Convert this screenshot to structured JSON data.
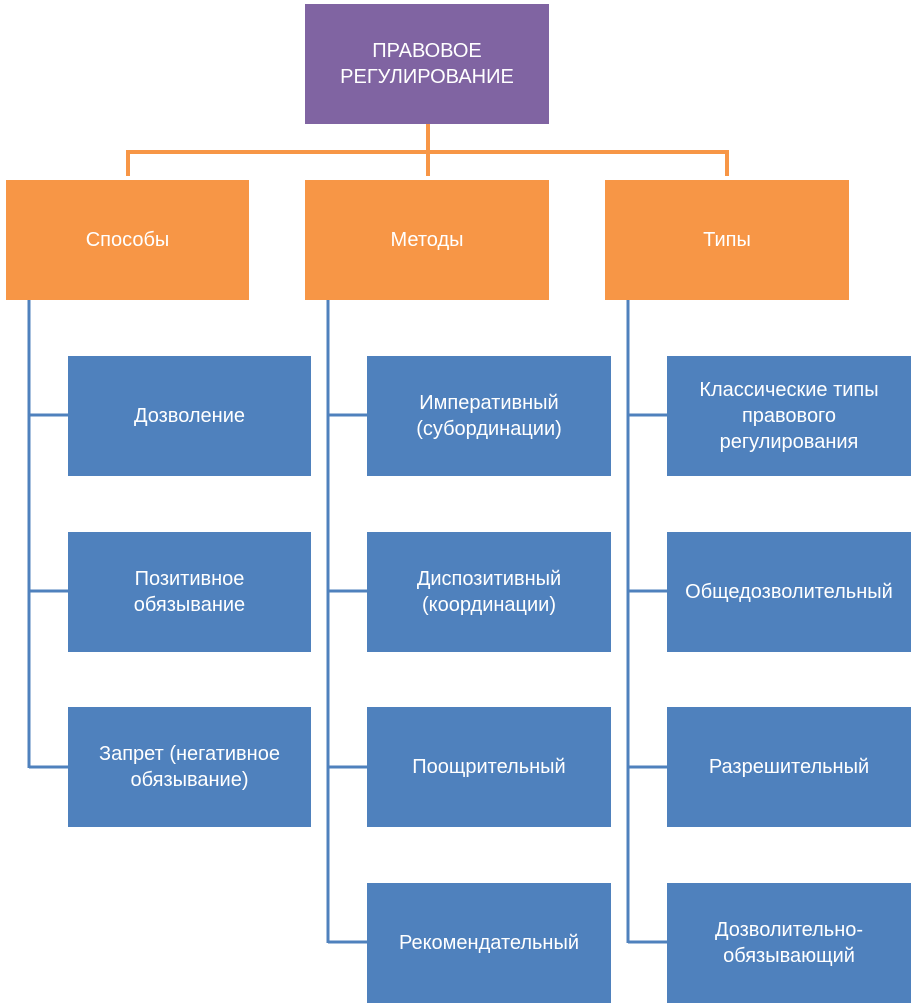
{
  "root": {
    "line1": "ПРАВОВОЕ",
    "line2": "РЕГУЛИРОВАНИЕ"
  },
  "categories": [
    {
      "label": "Способы",
      "items": [
        "Дозволение",
        "Позитивное обязывание",
        "Запрет (негативное обязывание)"
      ]
    },
    {
      "label": "Методы",
      "items": [
        "Императивный (субординации)",
        "Диспозитивный (координации)",
        "Поощрительный",
        "Рекомендательный"
      ]
    },
    {
      "label": "Типы",
      "items": [
        "Классические типы правового регулирования",
        "Общедозволительный",
        "Разрешительный",
        "Дозволительно-обязывающий"
      ]
    }
  ],
  "colors": {
    "root": "#8064a2",
    "category": "#f79646",
    "item": "#4f81bd",
    "connector_top": "#f79646",
    "connector_items": "#4f81bd"
  }
}
